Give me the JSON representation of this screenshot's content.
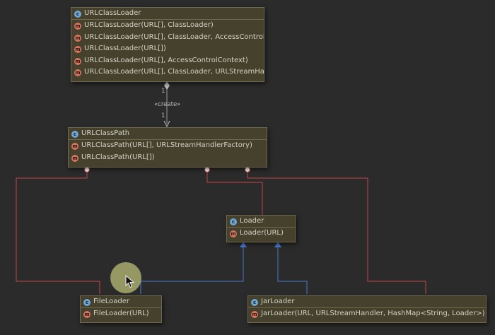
{
  "classes": {
    "urlclassloader": {
      "name": "URLClassLoader",
      "methods": [
        "URLClassLoader(URL[], ClassLoader)",
        "URLClassLoader(URL[], ClassLoader, AccessControlCo",
        "URLClassLoader(URL[])",
        "URLClassLoader(URL[], AccessControlContext)",
        "URLClassLoader(URL[], ClassLoader, URLStreamHandle"
      ]
    },
    "urlclasspath": {
      "name": "URLClassPath",
      "methods": [
        "URLClassPath(URL[], URLStreamHandlerFactory)",
        "URLClassPath(URL[])"
      ]
    },
    "loader": {
      "name": "Loader",
      "methods": [
        "Loader(URL)"
      ]
    },
    "fileloader": {
      "name": "FileLoader",
      "methods": [
        "FileLoader(URL)"
      ]
    },
    "jarloader": {
      "name": "JarLoader",
      "methods": [
        "JarLoader(URL, URLStreamHandler, HashMap<String, Loader>)"
      ]
    }
  },
  "relation_create": {
    "stereotype": "«create»",
    "source_multiplicity": "1",
    "target_multiplicity": "1"
  },
  "badges": {
    "class": "c",
    "method": "m"
  },
  "colors": {
    "background": "#2b2b2b",
    "node_fill": "#45412d",
    "inner_class_link": "#c0454a",
    "inheritance_link": "#4a7bd0",
    "dependency_link": "#9a9a9a"
  }
}
